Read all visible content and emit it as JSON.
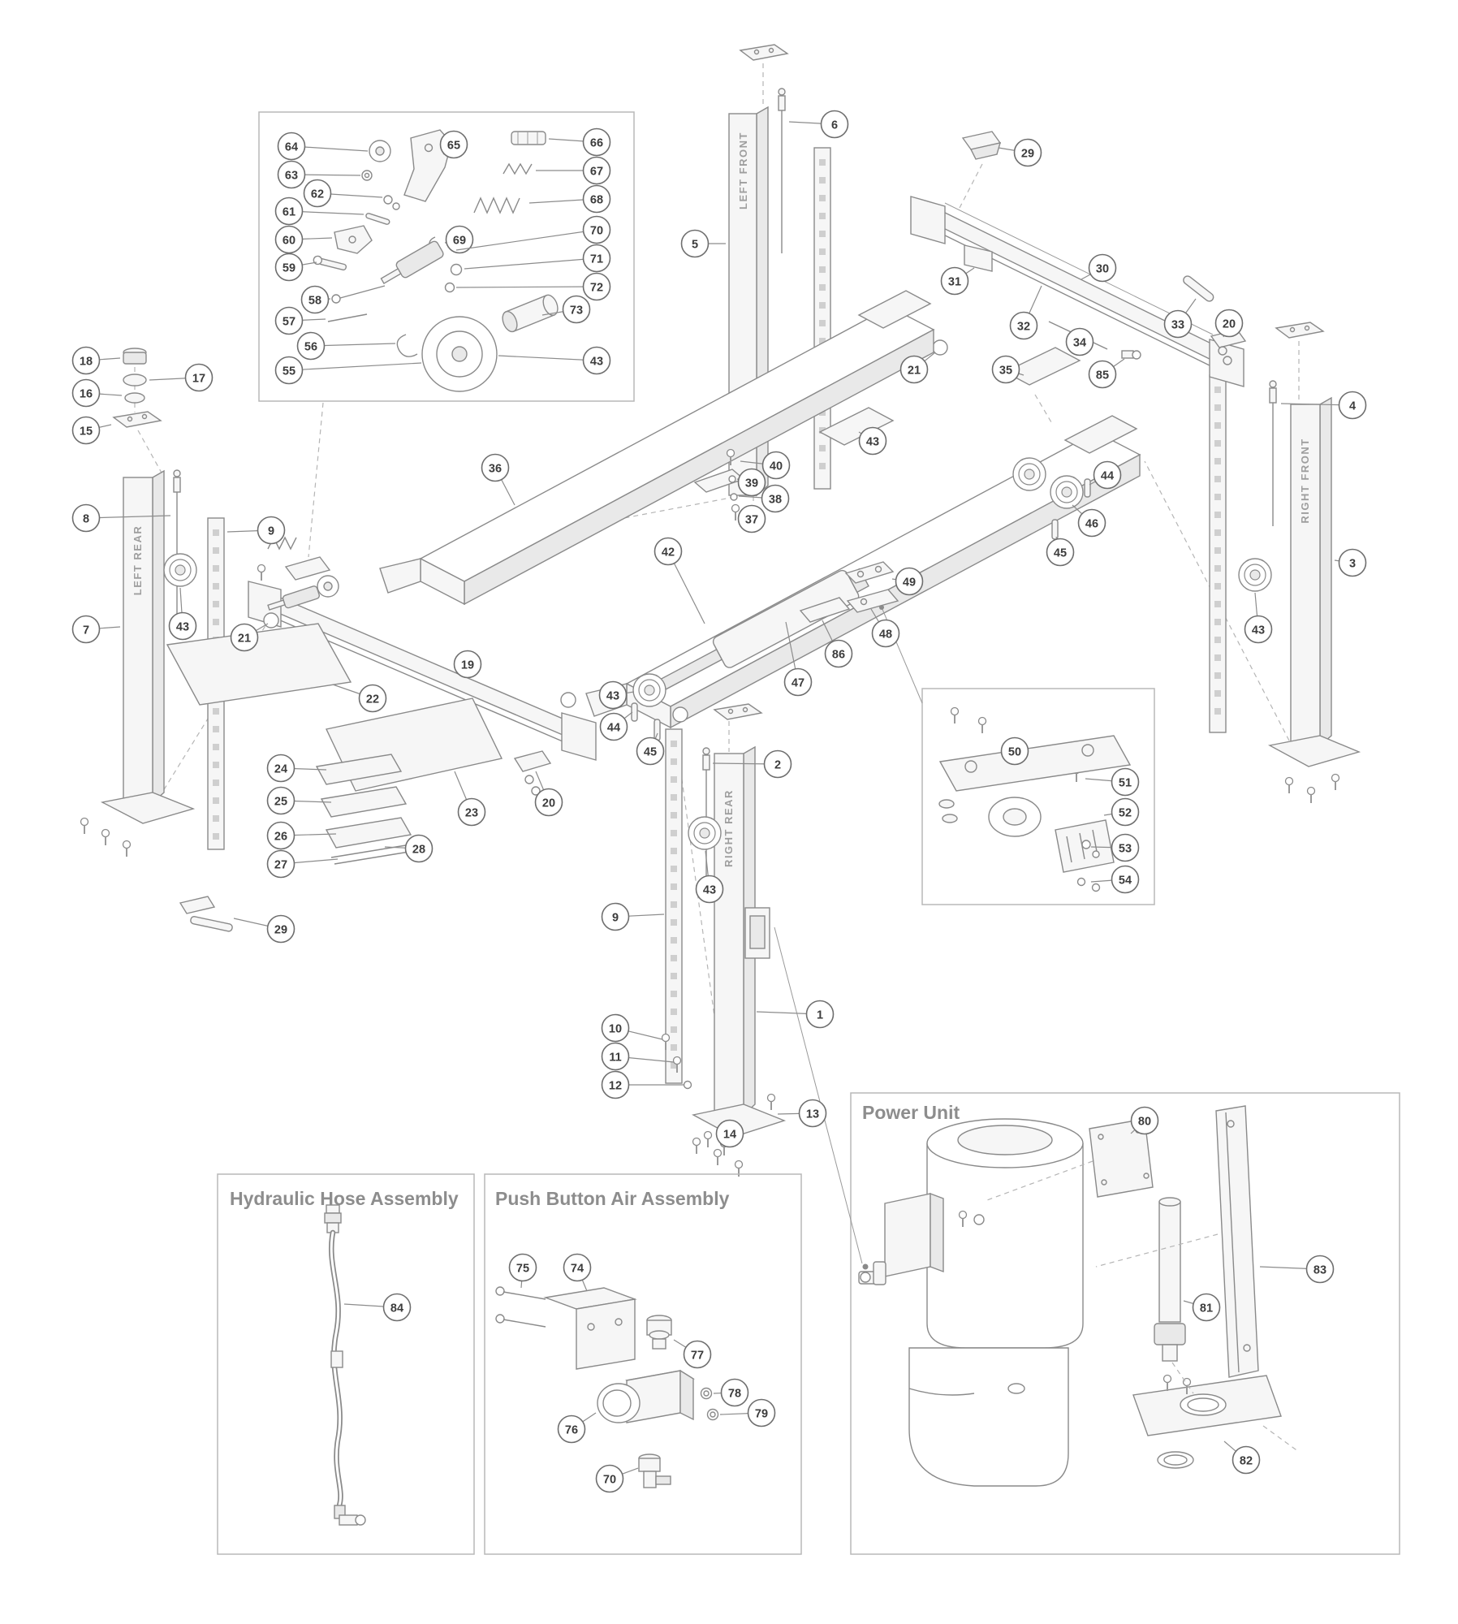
{
  "labels": {
    "left_front": "LEFT FRONT",
    "right_front": "RIGHT FRONT",
    "left_rear": "LEFT REAR",
    "right_rear": "RIGHT REAR"
  },
  "insets": {
    "hydraulic": "Hydraulic Hose Assembly",
    "air": "Push Button Air Assembly",
    "power": "Power Unit"
  },
  "colors": {
    "line": "#8a8a8a",
    "balloon_border": "#6e6e6e",
    "balloon_text": "#3c3c3c",
    "label": "#9e9e9e",
    "inset_title": "#8d8d8d",
    "background": "#ffffff"
  },
  "callouts": [
    [
      64,
      359,
      180,
      453,
      186
    ],
    [
      65,
      559,
      178,
      546,
      190
    ],
    [
      66,
      735,
      175,
      676,
      171
    ],
    [
      63,
      359,
      215,
      444,
      216
    ],
    [
      67,
      735,
      210,
      660,
      210
    ],
    [
      62,
      391,
      238,
      471,
      243
    ],
    [
      68,
      735,
      245,
      652,
      250
    ],
    [
      61,
      356,
      260,
      448,
      264
    ],
    [
      69,
      566,
      295,
      548,
      299
    ],
    [
      70,
      735,
      283,
      562,
      308
    ],
    [
      60,
      356,
      295,
      409,
      293
    ],
    [
      59,
      356,
      329,
      390,
      323
    ],
    [
      71,
      735,
      318,
      572,
      331
    ],
    [
      58,
      388,
      369,
      407,
      368
    ],
    [
      72,
      735,
      353,
      562,
      354
    ],
    [
      73,
      710,
      381,
      668,
      388
    ],
    [
      57,
      356,
      395,
      401,
      393
    ],
    [
      56,
      383,
      426,
      487,
      423
    ],
    [
      43,
      735,
      444,
      614,
      438
    ],
    [
      55,
      356,
      456,
      519,
      447
    ],
    [
      6,
      1028,
      153,
      972,
      150
    ],
    [
      29,
      1266,
      188,
      1230,
      182
    ],
    [
      5,
      856,
      300,
      894,
      300
    ],
    [
      31,
      1176,
      346,
      1200,
      330
    ],
    [
      30,
      1358,
      330,
      1332,
      344
    ],
    [
      32,
      1261,
      401,
      1283,
      352
    ],
    [
      33,
      1451,
      399,
      1473,
      368
    ],
    [
      20,
      1514,
      398,
      1507,
      415
    ],
    [
      34,
      1330,
      421,
      1327,
      412
    ],
    [
      85,
      1358,
      461,
      1385,
      442
    ],
    [
      21,
      1126,
      455,
      1152,
      434
    ],
    [
      35,
      1239,
      455,
      1261,
      462
    ],
    [
      4,
      1666,
      499,
      1578,
      497
    ],
    [
      18,
      106,
      444,
      148,
      441
    ],
    [
      17,
      245,
      465,
      184,
      468
    ],
    [
      16,
      106,
      484,
      150,
      487
    ],
    [
      15,
      106,
      530,
      137,
      523
    ],
    [
      36,
      610,
      576,
      634,
      622
    ],
    [
      40,
      956,
      573,
      912,
      568
    ],
    [
      43,
      1075,
      543,
      1058,
      532
    ],
    [
      39,
      926,
      594,
      908,
      590
    ],
    [
      38,
      955,
      614,
      910,
      611
    ],
    [
      37,
      926,
      639,
      911,
      632
    ],
    [
      44,
      1364,
      585,
      1342,
      597
    ],
    [
      46,
      1345,
      644,
      1321,
      622
    ],
    [
      45,
      1306,
      680,
      1301,
      661
    ],
    [
      8,
      106,
      638,
      210,
      635
    ],
    [
      9,
      334,
      653,
      280,
      655
    ],
    [
      3,
      1666,
      693,
      1644,
      690
    ],
    [
      42,
      823,
      679,
      868,
      768
    ],
    [
      43,
      225,
      771,
      222,
      724
    ],
    [
      7,
      106,
      775,
      148,
      772
    ],
    [
      21,
      301,
      785,
      330,
      768
    ],
    [
      49,
      1120,
      716,
      1099,
      713
    ],
    [
      48,
      1091,
      780,
      1073,
      750
    ],
    [
      86,
      1033,
      805,
      1013,
      764
    ],
    [
      19,
      576,
      818,
      569,
      830
    ],
    [
      47,
      983,
      840,
      968,
      766
    ],
    [
      22,
      459,
      860,
      410,
      843
    ],
    [
      43,
      755,
      856,
      781,
      852
    ],
    [
      44,
      756,
      895,
      779,
      877
    ],
    [
      45,
      801,
      925,
      810,
      903
    ],
    [
      43,
      1550,
      775,
      1546,
      730
    ],
    [
      24,
      346,
      946,
      402,
      948
    ],
    [
      25,
      346,
      986,
      408,
      988
    ],
    [
      23,
      581,
      1000,
      560,
      950
    ],
    [
      2,
      958,
      941,
      878,
      940
    ],
    [
      20,
      676,
      988,
      660,
      950
    ],
    [
      26,
      346,
      1029,
      414,
      1027
    ],
    [
      28,
      516,
      1045,
      474,
      1043
    ],
    [
      27,
      346,
      1064,
      416,
      1058
    ],
    [
      50,
      1250,
      925,
      1256,
      940
    ],
    [
      51,
      1386,
      963,
      1337,
      959
    ],
    [
      52,
      1386,
      1000,
      1360,
      1004
    ],
    [
      53,
      1386,
      1044,
      1344,
      1043
    ],
    [
      54,
      1386,
      1083,
      1344,
      1086
    ],
    [
      43,
      874,
      1095,
      869,
      1048
    ],
    [
      29,
      346,
      1144,
      288,
      1131
    ],
    [
      9,
      758,
      1129,
      818,
      1126
    ],
    [
      1,
      1010,
      1249,
      932,
      1246
    ],
    [
      10,
      758,
      1266,
      816,
      1280
    ],
    [
      11,
      758,
      1301,
      830,
      1308
    ],
    [
      12,
      758,
      1336,
      843,
      1336
    ],
    [
      13,
      1001,
      1371,
      958,
      1372
    ],
    [
      14,
      899,
      1396,
      886,
      1404
    ],
    [
      84,
      489,
      1610,
      424,
      1606
    ],
    [
      75,
      644,
      1561,
      642,
      1586
    ],
    [
      74,
      711,
      1561,
      723,
      1590
    ],
    [
      77,
      859,
      1668,
      830,
      1650
    ],
    [
      78,
      905,
      1715,
      879,
      1716
    ],
    [
      79,
      938,
      1740,
      887,
      1742
    ],
    [
      76,
      704,
      1760,
      734,
      1740
    ],
    [
      70,
      751,
      1821,
      786,
      1808
    ],
    [
      80,
      1410,
      1380,
      1393,
      1396
    ],
    [
      83,
      1626,
      1563,
      1552,
      1560
    ],
    [
      81,
      1486,
      1610,
      1458,
      1602
    ],
    [
      82,
      1535,
      1798,
      1508,
      1775
    ]
  ]
}
